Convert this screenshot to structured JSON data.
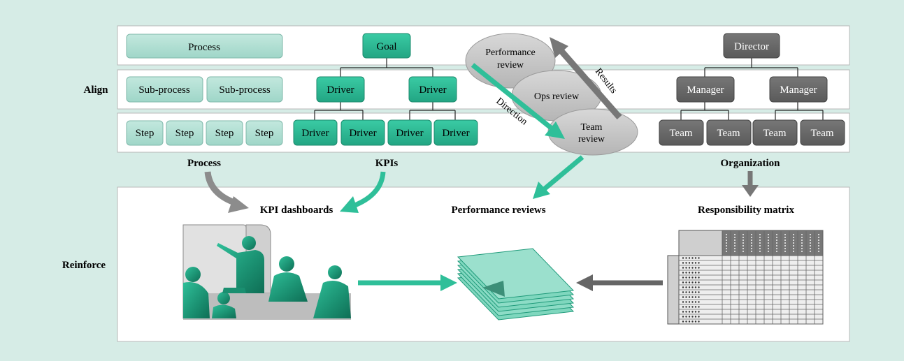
{
  "rows": {
    "align": "Align",
    "reinforce": "Reinforce"
  },
  "process": {
    "top": "Process",
    "sub": [
      "Sub-process",
      "Sub-process"
    ],
    "steps": [
      "Step",
      "Step",
      "Step",
      "Step"
    ],
    "caption": "Process"
  },
  "kpis": {
    "goal": "Goal",
    "drivers_l2": [
      "Driver",
      "Driver"
    ],
    "drivers_l3": [
      "Driver",
      "Driver",
      "Driver",
      "Driver"
    ],
    "caption": "KPIs"
  },
  "reviews": {
    "performance": [
      "Performance",
      "review"
    ],
    "ops": "Ops review",
    "team": [
      "Team",
      "review"
    ],
    "direction": "Direction",
    "results": "Results"
  },
  "organization": {
    "director": "Director",
    "managers": [
      "Manager",
      "Manager"
    ],
    "teams": [
      "Team",
      "Team",
      "Team",
      "Team"
    ],
    "caption": "Organization"
  },
  "reinforce": {
    "kpi_dashboards": "KPI dashboards",
    "performance_reviews": "Performance reviews",
    "responsibility_matrix": "Responsibility matrix"
  },
  "colors": {
    "background": "#d6ece6",
    "green": "#2fbf99",
    "green_dark": "#1f9a7a",
    "pale_green": "#a9dcd0",
    "gray_dark": "#686868",
    "gray_oval": "#c8c8c8",
    "arrow_gray": "#8c8c8c"
  }
}
